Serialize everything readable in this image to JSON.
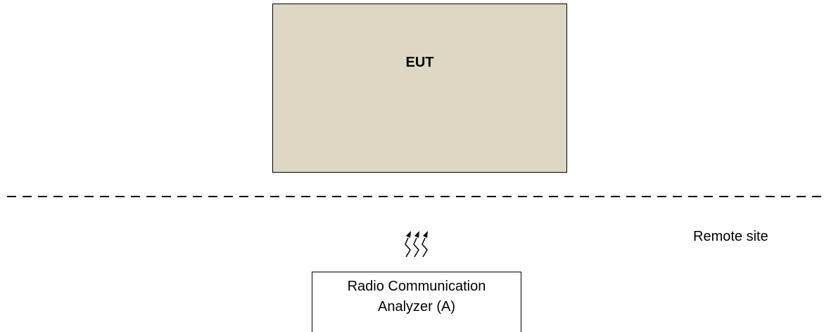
{
  "eut": {
    "label": "EUT",
    "fill_color": "#ddd8c4"
  },
  "site": {
    "label": "Remote site"
  },
  "analyzer": {
    "line1": "Radio Communication",
    "line2": "Analyzer (A)"
  },
  "wireless": {
    "icon": "wireless-link-icon"
  }
}
